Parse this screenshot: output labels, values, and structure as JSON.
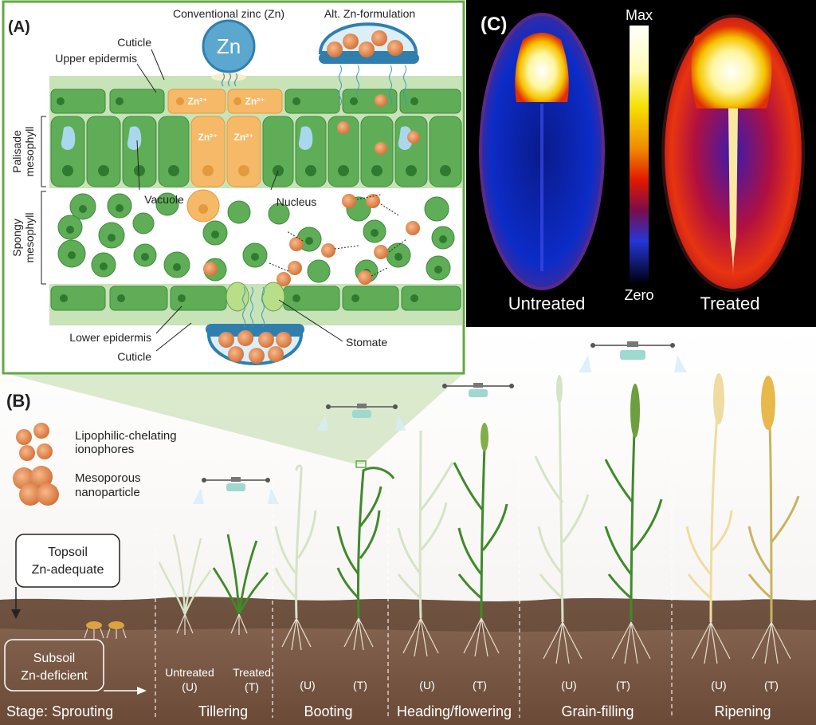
{
  "panelA": {
    "letter": "(A)",
    "conventional": "Conventional zinc (Zn)",
    "alt": "Alt. Zn-formulation",
    "zn_symbol": "Zn",
    "zn_ion": "Zn²⁺",
    "cuticle_top": "Cuticle",
    "upper_epidermis": "Upper epidermis",
    "palisade": [
      "Palisade",
      "mesophyll"
    ],
    "spongy": [
      "Spongy",
      "mesophyll"
    ],
    "vacuole": "Vacuole",
    "nucleus": "Nucleus",
    "lower_epidermis": "Lower epidermis",
    "cuticle_bottom": "Cuticle",
    "stomate": "Stomate",
    "np_label": "Zn"
  },
  "panelB": {
    "letter": "(B)",
    "legend": [
      {
        "lines": [
          "Lipophilic-chelating",
          "ionophores"
        ]
      },
      {
        "lines": [
          "Mesoporous",
          "nanoparticle"
        ]
      }
    ],
    "topsoil": [
      "Topsoil",
      "Zn-adequate"
    ],
    "subsoil": [
      "Subsoil",
      "Zn-deficient"
    ],
    "stages": [
      "Stage: Sprouting",
      "Tillering",
      "Booting",
      "Heading/flowering",
      "Grain-filling",
      "Ripening"
    ],
    "untreated_full": [
      "Untreated",
      "(U)"
    ],
    "treated_full": [
      "Treated",
      "(T)"
    ],
    "u_short": "(U)",
    "t_short": "(T)"
  },
  "panelC": {
    "letter": "(C)",
    "max": "Max",
    "zero": "Zero",
    "untreated": "Untreated",
    "treated": "Treated"
  },
  "colors": {
    "frame_green": "#63a845",
    "cell_green": "#5fae57",
    "zn_orange": "#f5b968",
    "soil_brown": "#7b5a45",
    "np_blue": "#3d8fc0"
  }
}
